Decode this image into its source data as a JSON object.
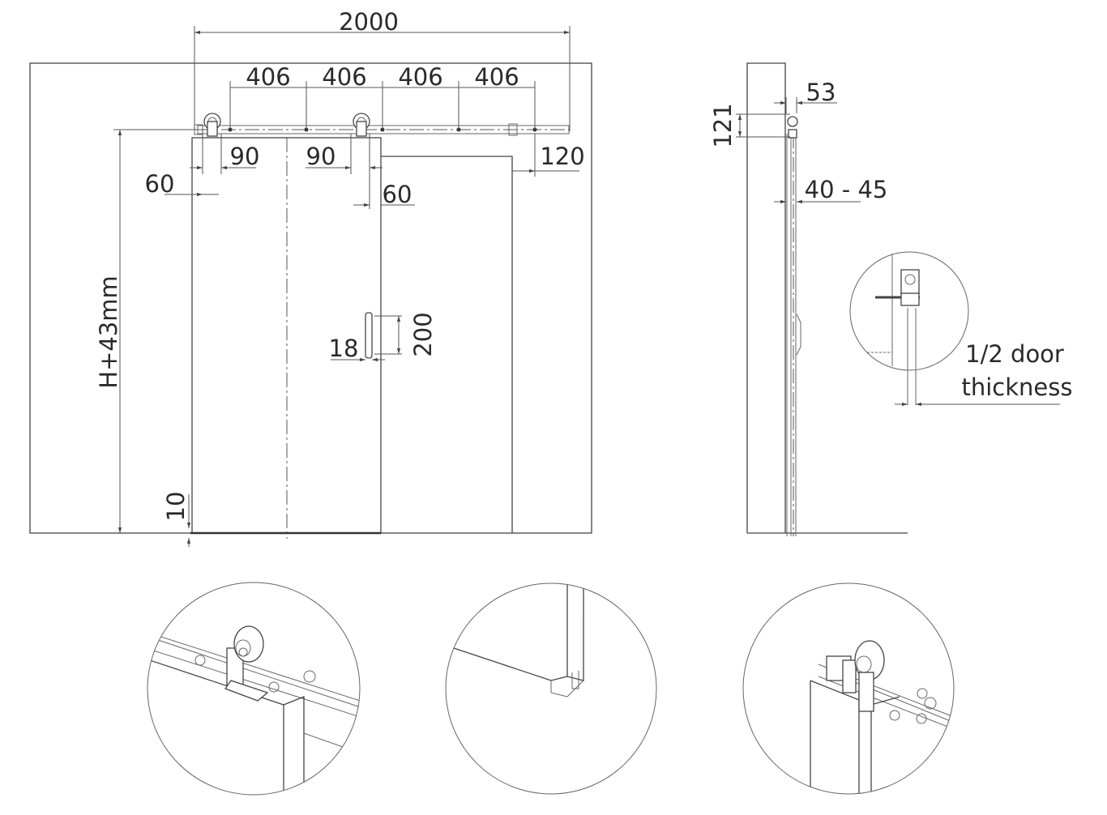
{
  "front_view": {
    "overall_width": "2000",
    "spacing": [
      "406",
      "406",
      "406",
      "406"
    ],
    "roller_offset_left": "90",
    "roller_offset_right": "90",
    "door_edge_left": "60",
    "door_edge_right": "60",
    "track_end_overhang": "120",
    "height": "H+43mm",
    "floor_gap": "10",
    "handle_offset": "18",
    "handle_length": "200"
  },
  "side_view": {
    "wall_offset": "53",
    "hanger_height": "121",
    "door_thickness": "40 - 45",
    "detail_label_line1": "1/2 door",
    "detail_label_line2": "thickness"
  }
}
